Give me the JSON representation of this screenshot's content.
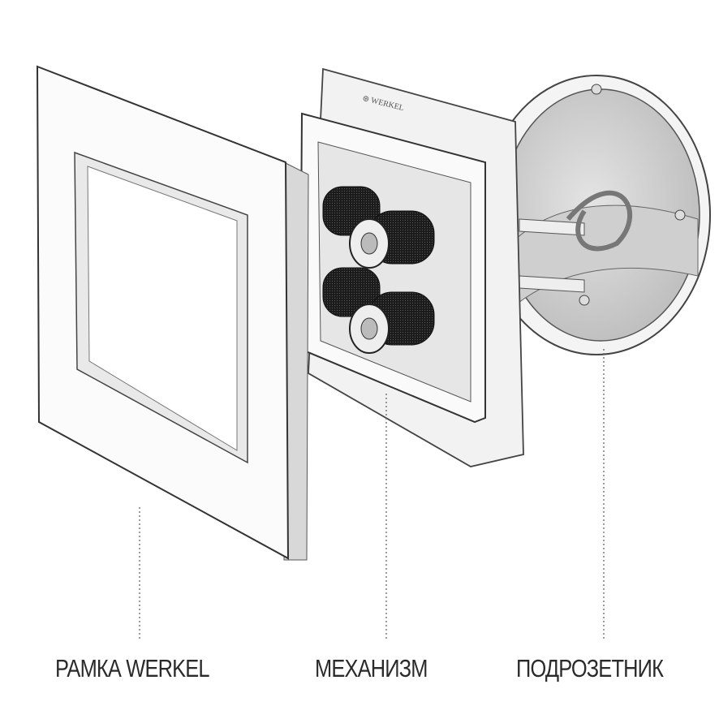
{
  "labels": {
    "frame": "РАМКА WERKEL",
    "mechanism": "МЕХАНИЗМ",
    "backbox": "ПОДРОЗЕТНИК"
  },
  "logo_text": "WERKEL"
}
